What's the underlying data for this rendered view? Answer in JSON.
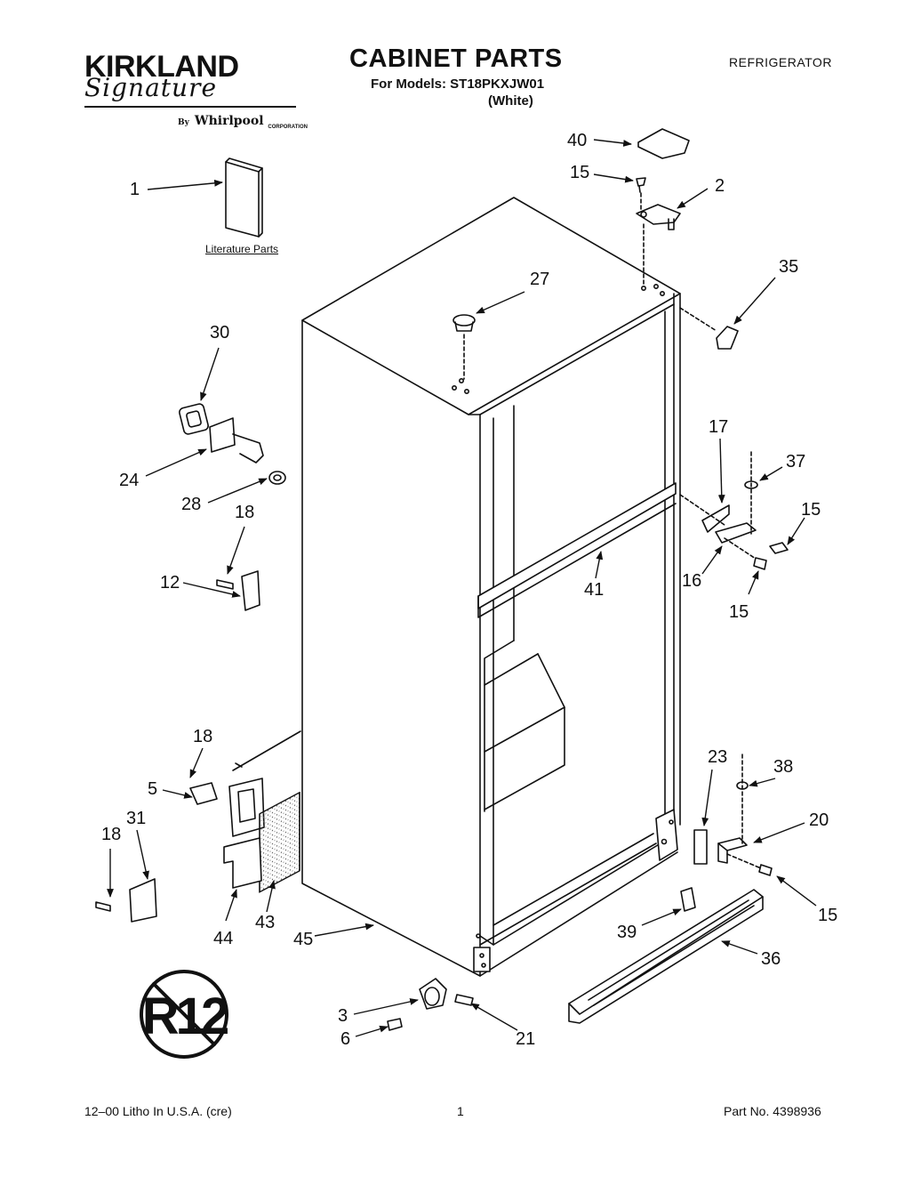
{
  "header": {
    "brand": "KIRKLAND",
    "brand_script": "Signature",
    "by": "By",
    "maker": "Whirlpool",
    "maker_suffix": "CORPORATION",
    "title": "CABINET PARTS",
    "models": "For Models: ST18PKXJW01",
    "color": "(White)",
    "appliance": "REFRIGERATOR"
  },
  "literature_label": "Literature Parts",
  "r12_symbol": "R12",
  "footer": {
    "left": "12–00 Litho In U.S.A. (cre)",
    "page": "1",
    "part_no": "Part No. 4398936"
  },
  "callouts": [
    {
      "id": "c40",
      "text": "40"
    },
    {
      "id": "c15a",
      "text": "15"
    },
    {
      "id": "c2",
      "text": "2"
    },
    {
      "id": "c1",
      "text": "1"
    },
    {
      "id": "c35",
      "text": "35"
    },
    {
      "id": "c27",
      "text": "27"
    },
    {
      "id": "c30",
      "text": "30"
    },
    {
      "id": "c24",
      "text": "24"
    },
    {
      "id": "c28",
      "text": "28"
    },
    {
      "id": "c18a",
      "text": "18"
    },
    {
      "id": "c12",
      "text": "12"
    },
    {
      "id": "c17",
      "text": "17"
    },
    {
      "id": "c37",
      "text": "37"
    },
    {
      "id": "c15b",
      "text": "15"
    },
    {
      "id": "c16",
      "text": "16"
    },
    {
      "id": "c41",
      "text": "41"
    },
    {
      "id": "c15c",
      "text": "15"
    },
    {
      "id": "c18b",
      "text": "18"
    },
    {
      "id": "c5",
      "text": "5"
    },
    {
      "id": "c18c",
      "text": "18"
    },
    {
      "id": "c31",
      "text": "31"
    },
    {
      "id": "c44",
      "text": "44"
    },
    {
      "id": "c43",
      "text": "43"
    },
    {
      "id": "c45",
      "text": "45"
    },
    {
      "id": "c23",
      "text": "23"
    },
    {
      "id": "c38",
      "text": "38"
    },
    {
      "id": "c20",
      "text": "20"
    },
    {
      "id": "c15d",
      "text": "15"
    },
    {
      "id": "c39",
      "text": "39"
    },
    {
      "id": "c36",
      "text": "36"
    },
    {
      "id": "c3",
      "text": "3"
    },
    {
      "id": "c6",
      "text": "6"
    },
    {
      "id": "c21",
      "text": "21"
    }
  ]
}
